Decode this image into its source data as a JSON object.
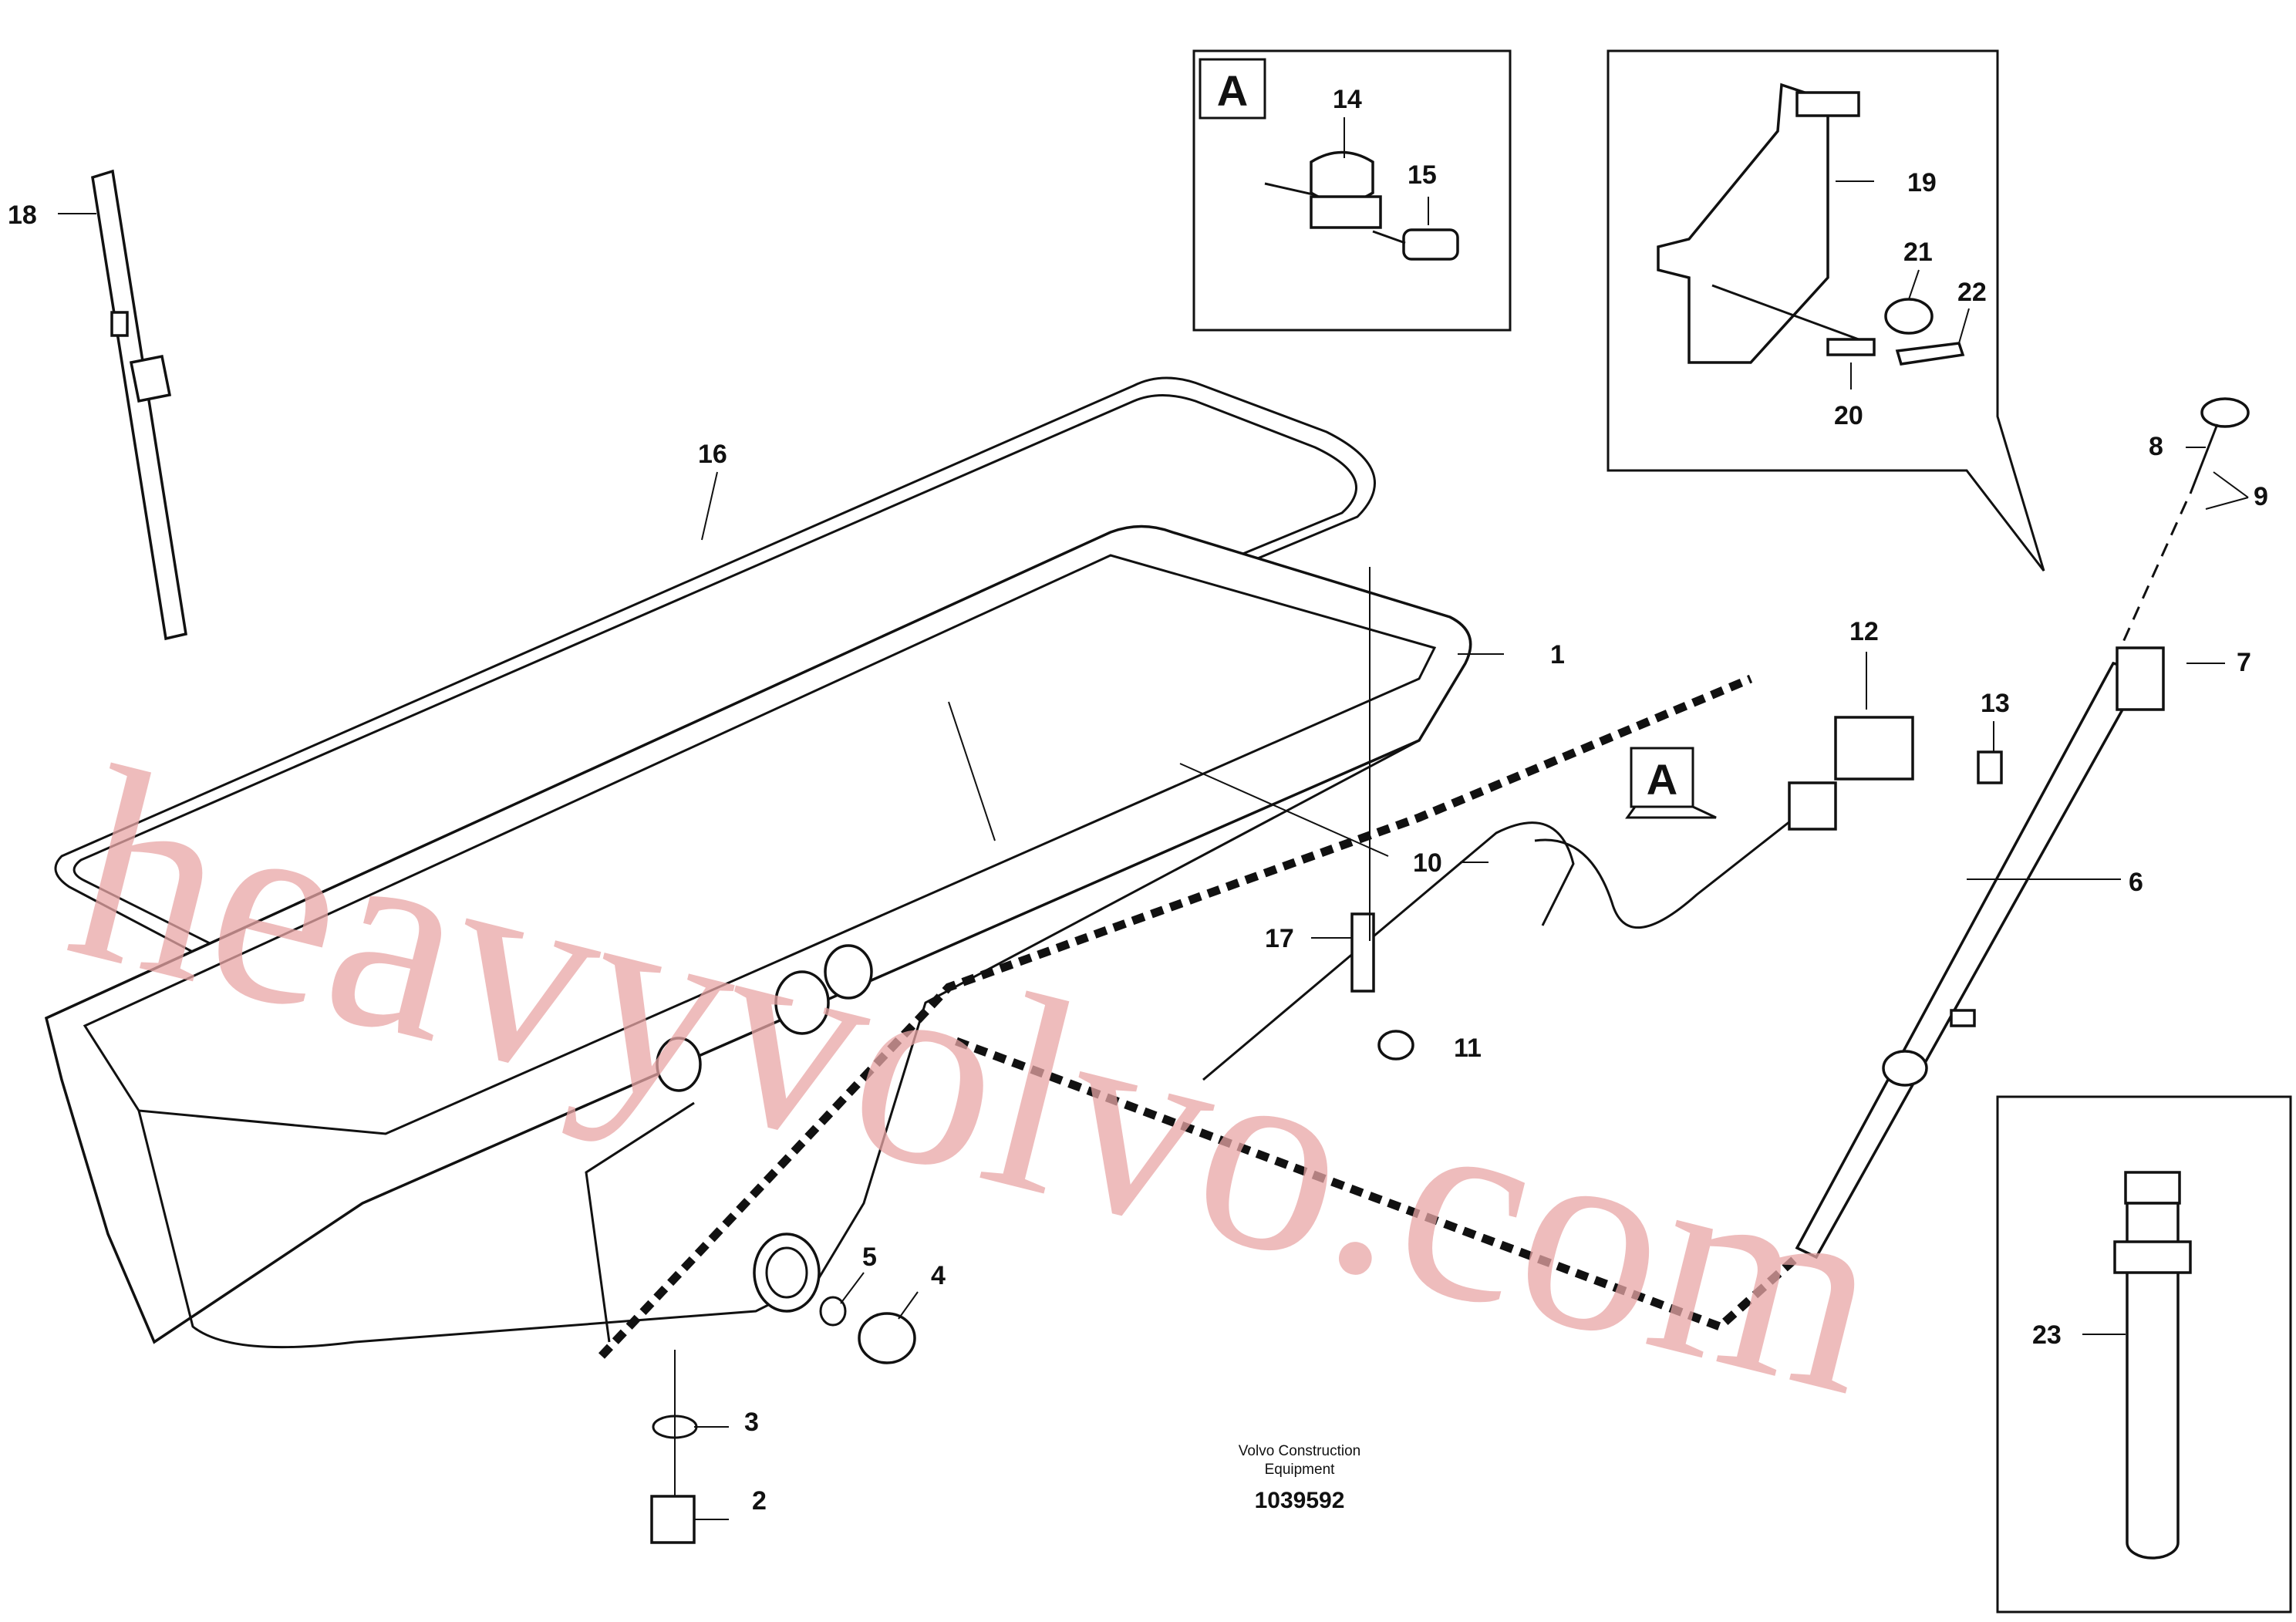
{
  "callouts": [
    "1",
    "2",
    "3",
    "4",
    "5",
    "6",
    "7",
    "8",
    "9",
    "10",
    "11",
    "12",
    "13",
    "14",
    "15",
    "16",
    "17",
    "18",
    "19",
    "20",
    "21",
    "22",
    "23"
  ],
  "detail_marker": "A",
  "credit_line1": "Volvo Construction",
  "credit_line2": "Equipment",
  "document_number": "1039592",
  "watermark": "heavyvolvo.com"
}
